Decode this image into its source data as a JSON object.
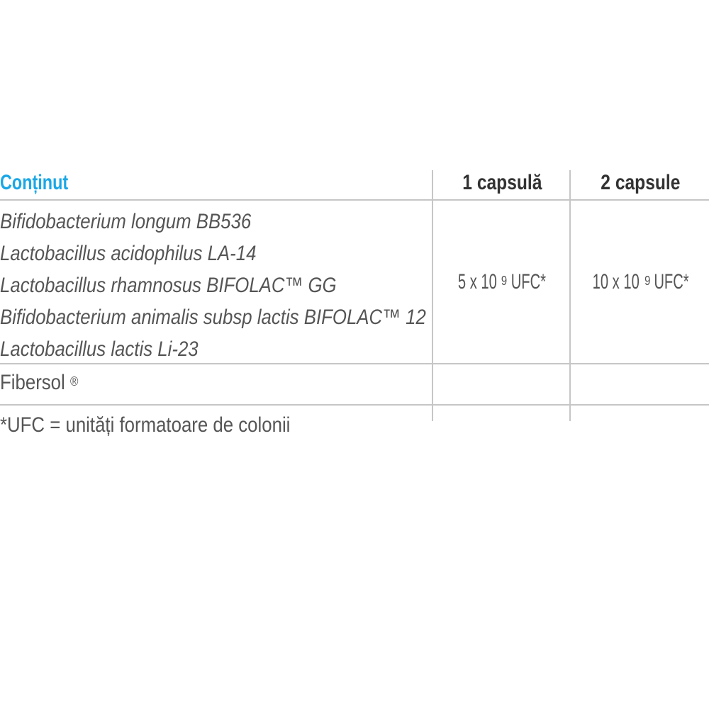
{
  "table": {
    "header": {
      "content": "Conținut",
      "col1": "1 capsulă",
      "col2": "2 capsule"
    },
    "strains": [
      "Bifidobacterium longum BB536",
      "Lactobacillus acidophilus LA-14",
      "Lactobacillus rhamnosus BIFOLAC™ GG",
      "Bifidobacterium animalis subsp lactis BIFOLAC™ 12",
      "Lactobacillus lactis Li-23"
    ],
    "values": {
      "col1_base": "5 x 10",
      "col1_exp": "9",
      "col1_unit": " UFC*",
      "col2_base": "10 x 10",
      "col2_exp": "9",
      "col2_unit": " UFC*"
    },
    "fibersol": {
      "name": "Fibersol",
      "mark": "®"
    },
    "footnote": "*UFC = unități formatoare de colonii"
  },
  "colors": {
    "accent": "#1aa7e6",
    "text": "#555555",
    "header_text": "#333333",
    "rule": "#c6c6c6"
  }
}
